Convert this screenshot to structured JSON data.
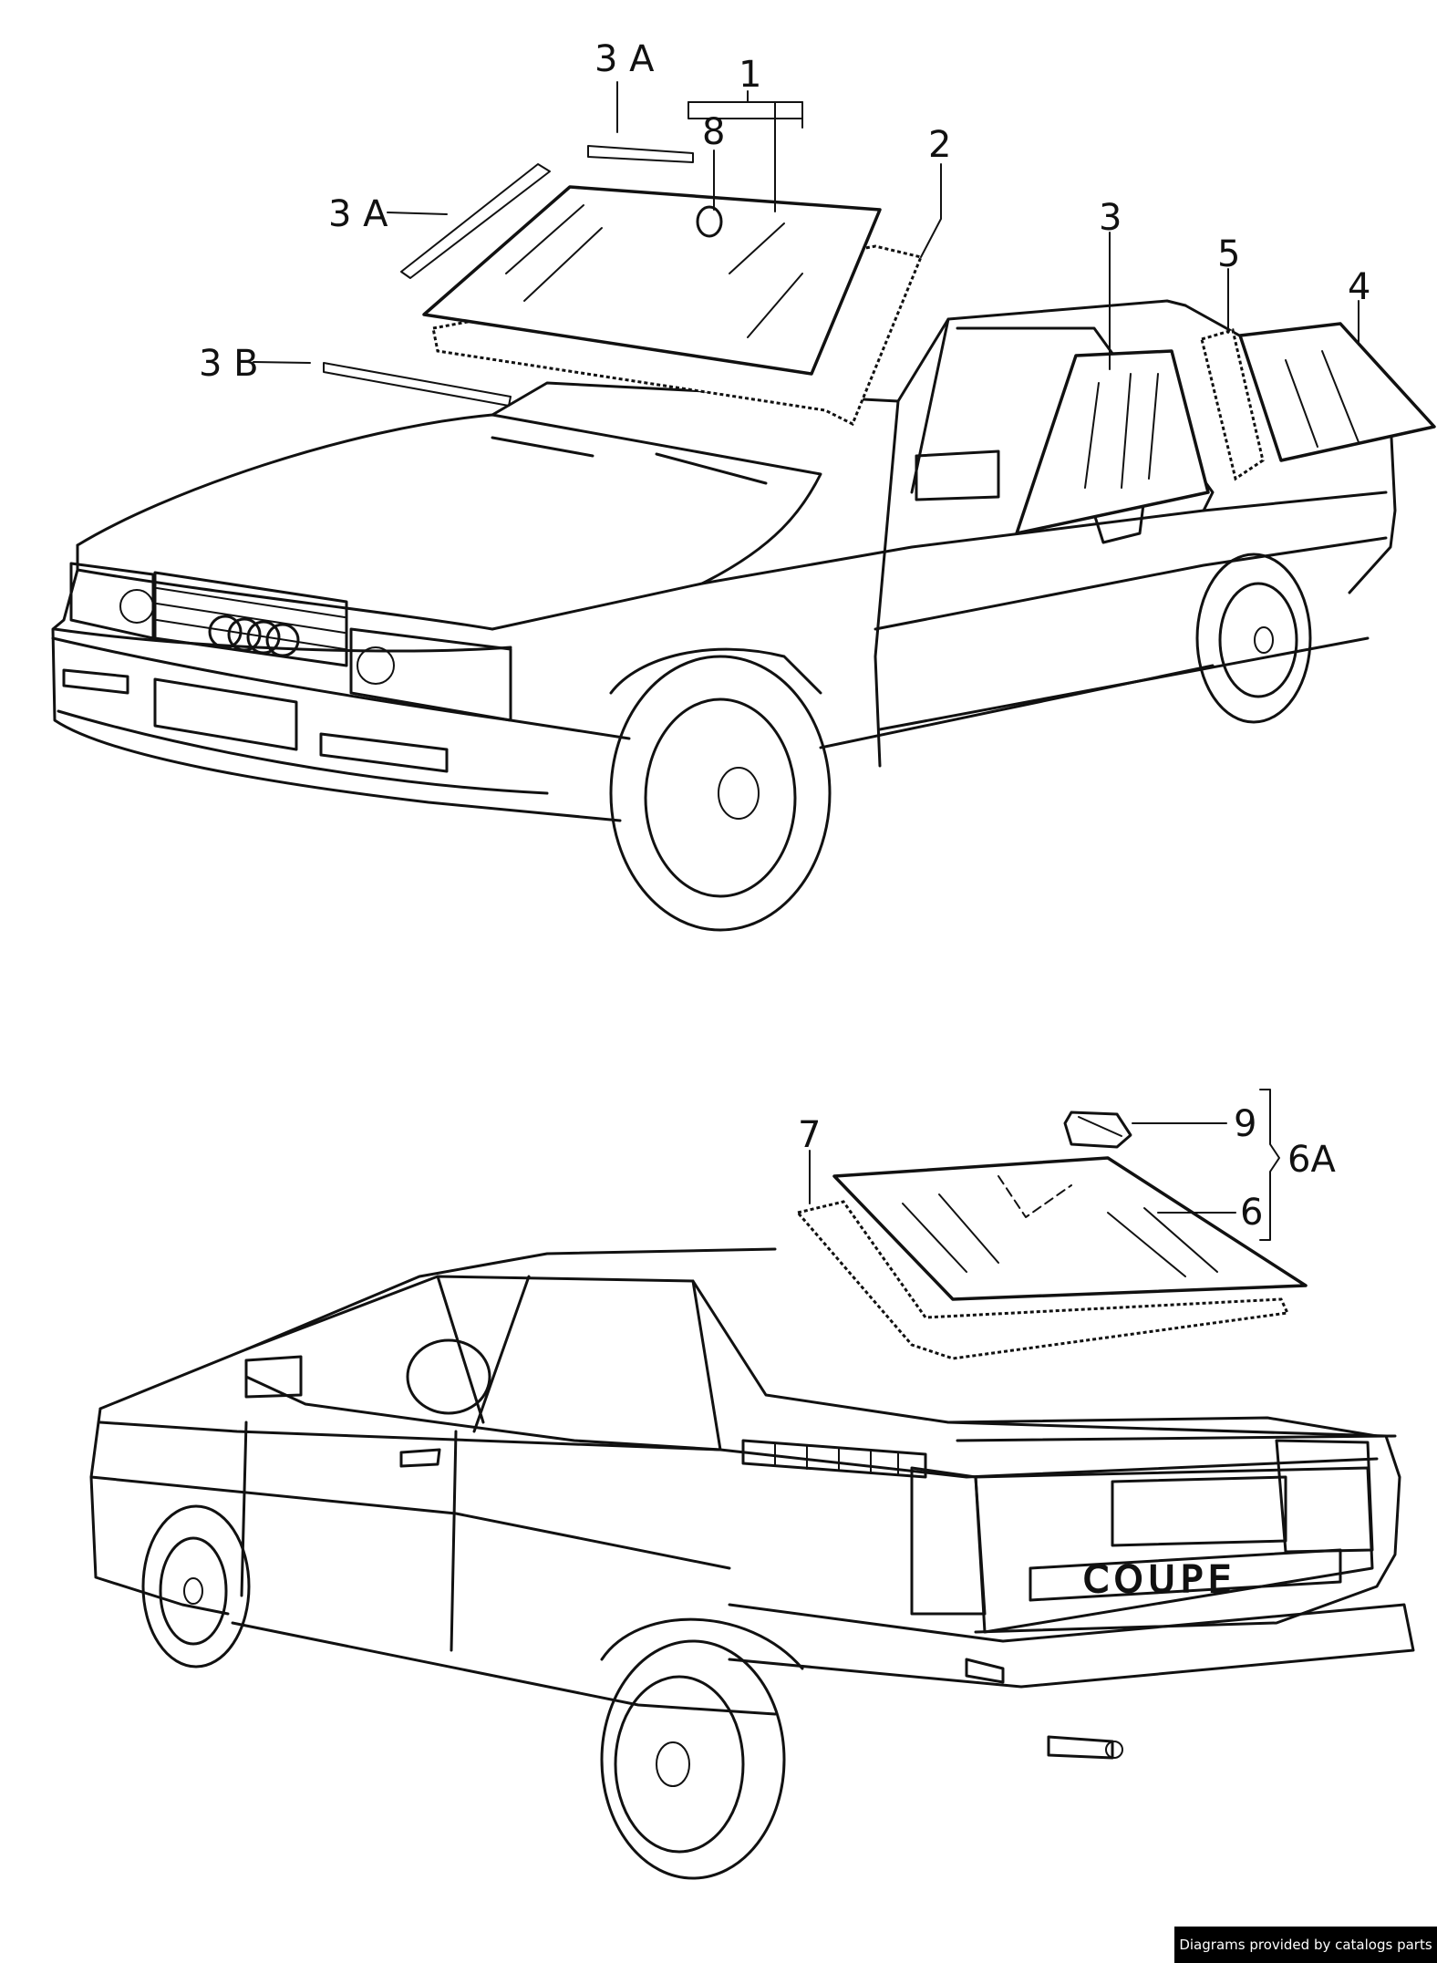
{
  "callouts_top": {
    "c1": "1",
    "c2": "2",
    "c3": "3",
    "c3a_upper": "3 A",
    "c3a_left": "3 A",
    "c3b": "3 B",
    "c4": "4",
    "c5": "5",
    "c8": "8"
  },
  "callouts_bottom": {
    "c6": "6",
    "c6a": "6A",
    "c7": "7",
    "c9": "9"
  },
  "badge": {
    "rear_badge": "COUPE"
  },
  "footer": {
    "credit": "Diagrams provided by catalogs parts"
  }
}
